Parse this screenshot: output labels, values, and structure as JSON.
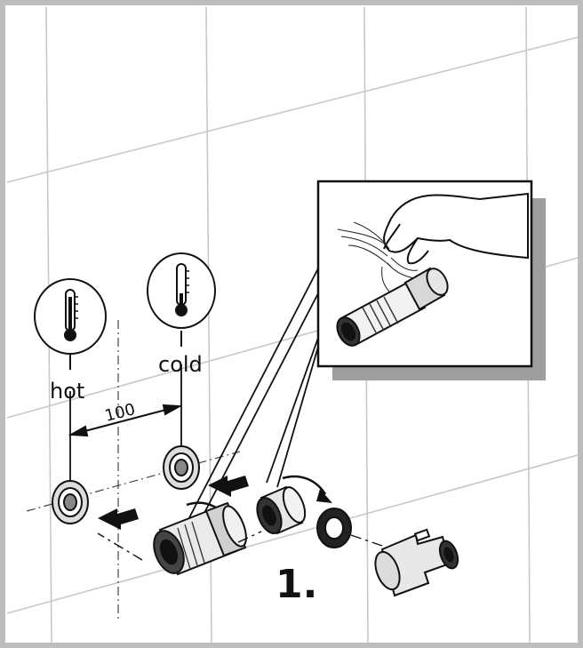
{
  "labels": {
    "hot": "hot",
    "cold": "cold",
    "spacing": "100",
    "step": "1."
  },
  "icons": {
    "hot_thermometer": "thermometer-hot-icon",
    "cold_thermometer": "thermometer-cold-icon"
  },
  "colors": {
    "frame": "#bdbdbd",
    "line": "#111111",
    "tile_grout": "#c8c8c8",
    "inset_shadow": "#9e9e9e"
  }
}
